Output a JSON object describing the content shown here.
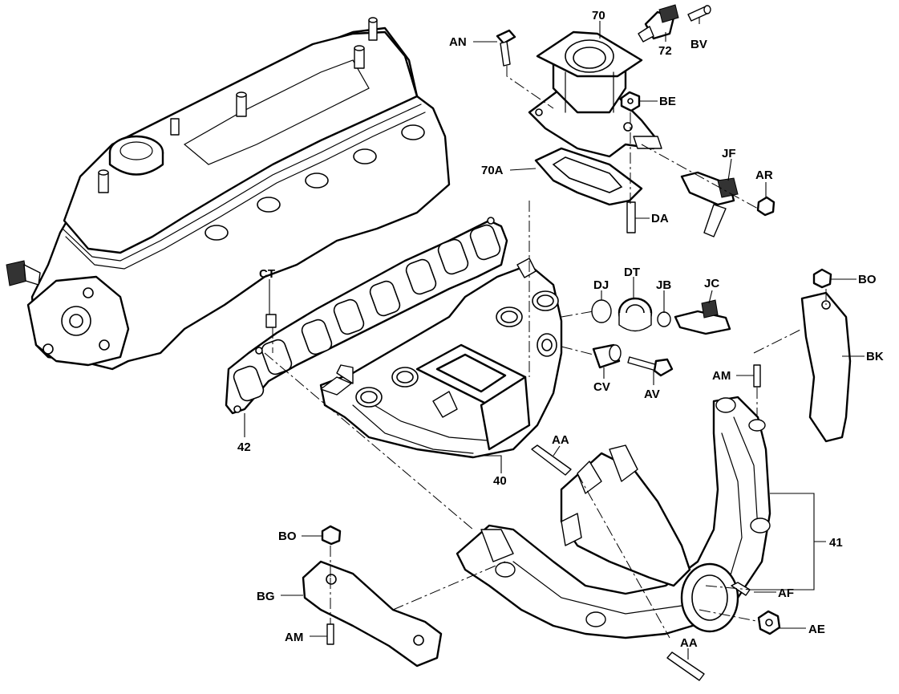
{
  "callouts": {
    "c70": "70",
    "c72": "72",
    "cBV": "BV",
    "cAN": "AN",
    "cBE": "BE",
    "c70A": "70A",
    "cJF": "JF",
    "cAR": "AR",
    "cDA": "DA",
    "cCT": "CT",
    "cDJ": "DJ",
    "cDT": "DT",
    "cJB": "JB",
    "cJC": "JC",
    "cBO1": "BO",
    "cBK": "BK",
    "cAM1": "AM",
    "cCV": "CV",
    "cAV": "AV",
    "c42": "42",
    "cAA1": "AA",
    "c40": "40",
    "c41": "41",
    "cBO2": "BO",
    "cBG": "BG",
    "cAM2": "AM",
    "cAF": "AF",
    "cAE": "AE",
    "cAA2": "AA"
  }
}
